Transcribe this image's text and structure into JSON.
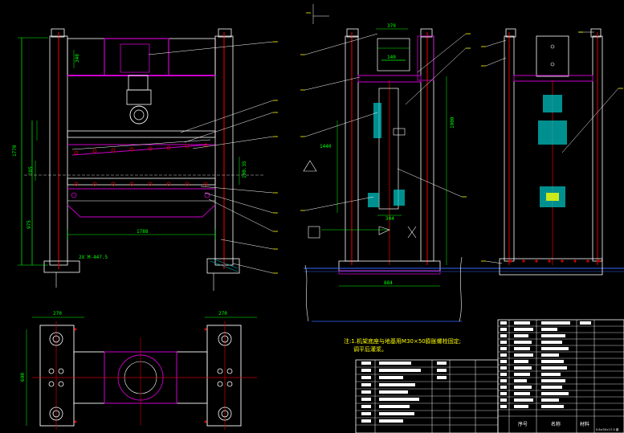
{
  "drawing": {
    "colors": {
      "background": "#000000",
      "frame": "#ffffff",
      "member": "#cc0000",
      "plate": "#cc00cc",
      "dimension": "#00ff00",
      "leader": "#ffffff",
      "label": "#ffff00",
      "hatch": "#00cccc",
      "ground": "#3366ff"
    },
    "front_view": {
      "dims": {
        "height": "1770",
        "lower_height": "975",
        "span": "1788",
        "top_block": "340",
        "gap": "185",
        "slot": "100.35"
      },
      "callout": "2X M-447.5"
    },
    "side_view": {
      "dims": {
        "top": "370",
        "inner": "140",
        "column": "1900",
        "bottom": "304",
        "base": "884",
        "stroke": "1440"
      }
    },
    "plan_view": {
      "dims": {
        "left": "270",
        "right": "270",
        "depth": "690"
      }
    },
    "note": {
      "line1": "注:1.机架底座与地基用M30×50膨胀螺栓固定;",
      "line2": "调平后灌浆。"
    },
    "title_block": {
      "rows": 16,
      "bottom_labels": [
        "序号",
        "名称",
        "材料"
      ],
      "tag": "0.8×50×17.5 钢"
    }
  }
}
